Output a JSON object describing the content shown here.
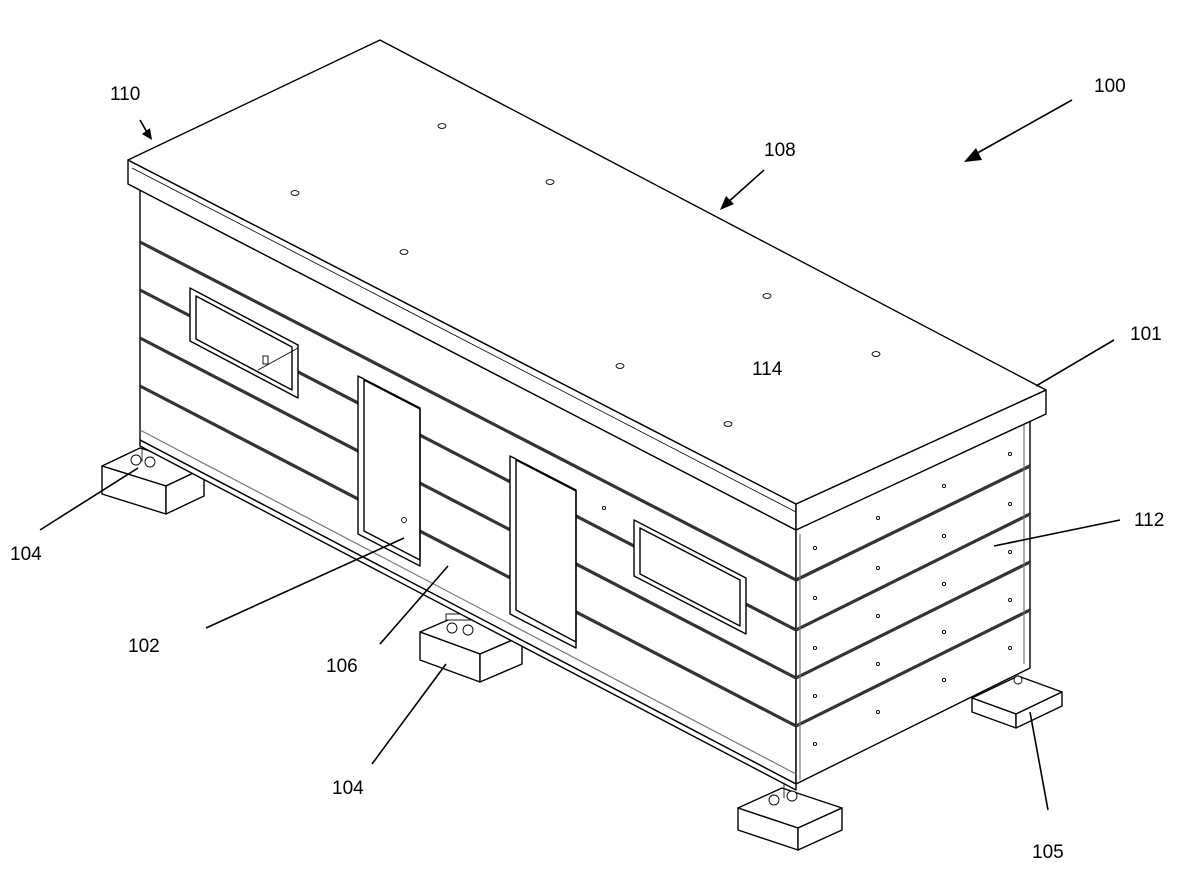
{
  "figure": {
    "reference_labels": {
      "assembly": "100",
      "frame": "101",
      "side_panel": "102",
      "foundation_front": "104",
      "foundation_left": "104",
      "foundation_rear": "105",
      "panel_joint": "106",
      "roof": "108",
      "roof_edge": "110",
      "end_wall": "112",
      "roof_surface": "114"
    }
  }
}
